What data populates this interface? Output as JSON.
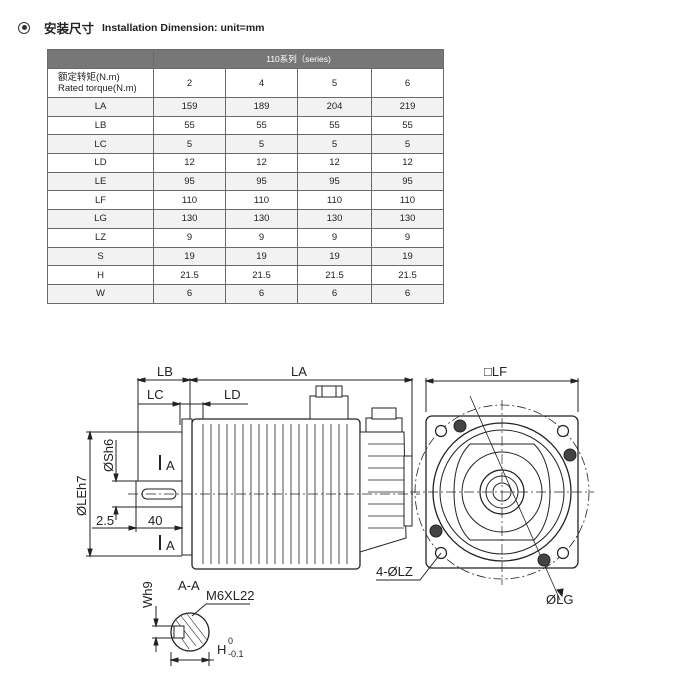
{
  "heading": {
    "cn": "安装尺寸",
    "en": "Installation Dimension:  unit=mm"
  },
  "table": {
    "series": "110系列（series)",
    "torque_label_cn": "额定转矩(N.m)",
    "torque_label_en": "Rated torque(N.m)",
    "torques": [
      "2",
      "4",
      "5",
      "6"
    ],
    "rows": [
      {
        "label": "LA",
        "values": [
          "159",
          "189",
          "204",
          "219"
        ]
      },
      {
        "label": "LB",
        "values": [
          "55",
          "55",
          "55",
          "55"
        ]
      },
      {
        "label": "LC",
        "values": [
          "5",
          "5",
          "5",
          "5"
        ]
      },
      {
        "label": "LD",
        "values": [
          "12",
          "12",
          "12",
          "12"
        ]
      },
      {
        "label": "LE",
        "values": [
          "95",
          "95",
          "95",
          "95"
        ]
      },
      {
        "label": "LF",
        "values": [
          "110",
          "110",
          "110",
          "110"
        ]
      },
      {
        "label": "LG",
        "values": [
          "130",
          "130",
          "130",
          "130"
        ]
      },
      {
        "label": "LZ",
        "values": [
          "9",
          "9",
          "9",
          "9"
        ]
      },
      {
        "label": "S",
        "values": [
          "19",
          "19",
          "19",
          "19"
        ]
      },
      {
        "label": "H",
        "values": [
          "21.5",
          "21.5",
          "21.5",
          "21.5"
        ]
      },
      {
        "label": "W",
        "values": [
          "6",
          "6",
          "6",
          "6"
        ]
      }
    ]
  },
  "drawing": {
    "lb": "LB",
    "la": "LA",
    "lf": "□LF",
    "lc": "LC",
    "ld": "LD",
    "sh6": "ØSh6",
    "leh7": "ØLEh7",
    "section_top": "A",
    "section_bottom": "A",
    "d25": "2.5",
    "d40": "40",
    "lz": "4-ØLZ",
    "lg": "ØLG",
    "aa": "A-A",
    "wh9": "Wh9",
    "m6": "M6XL22",
    "h_tol": "H",
    "h_up": "0",
    "h_down": "-0.1"
  }
}
